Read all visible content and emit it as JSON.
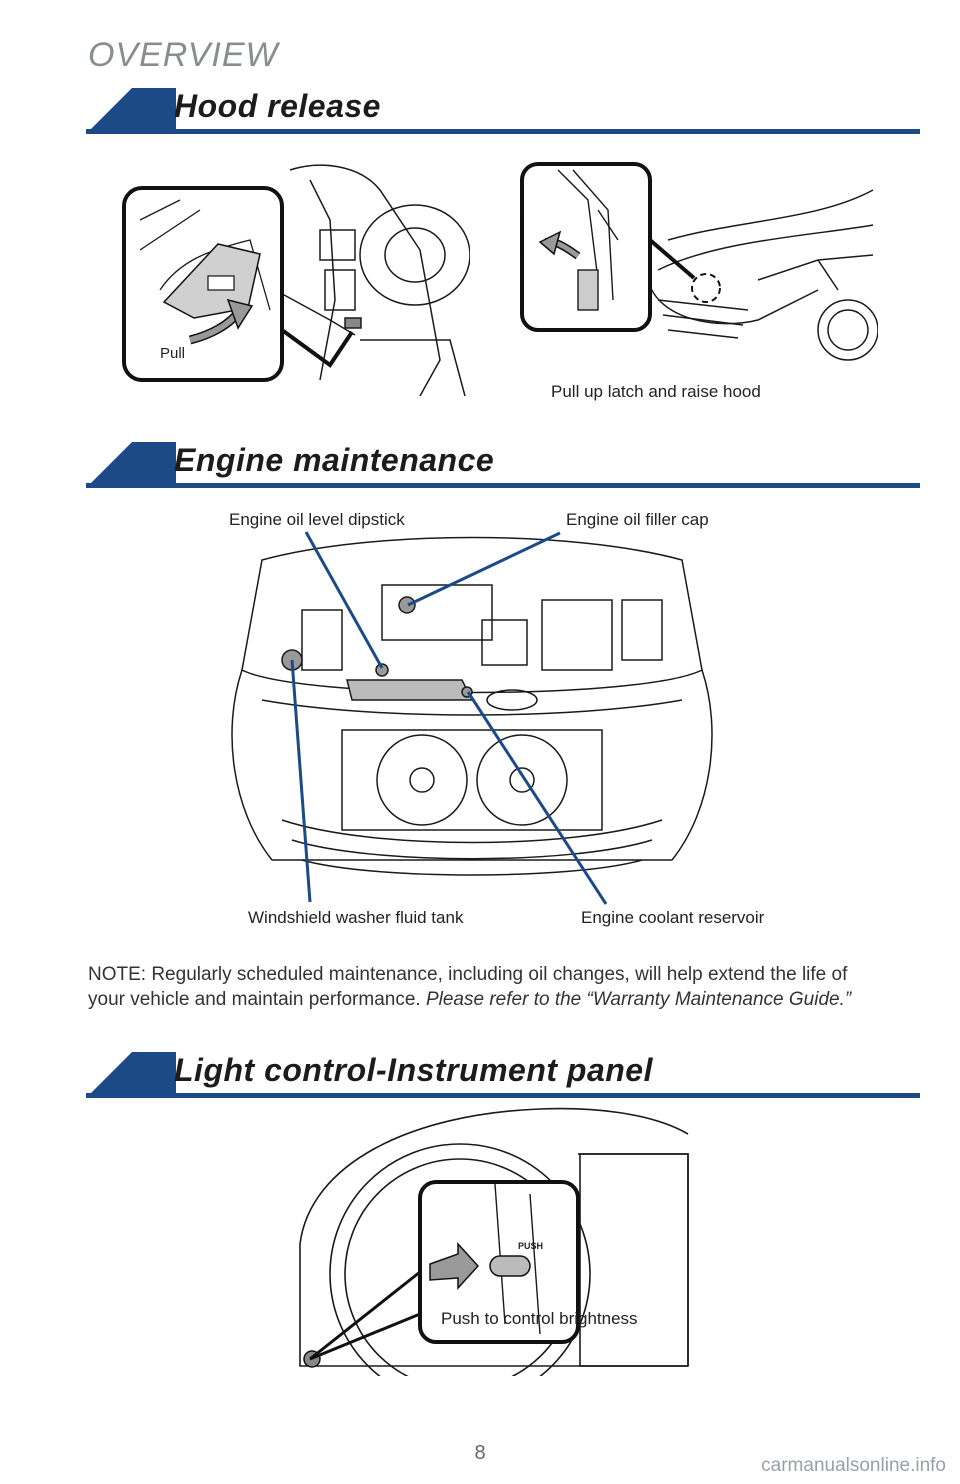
{
  "page": {
    "overview": "OVERVIEW",
    "page_number": "8",
    "watermark": "carmanualsonline.info"
  },
  "colors": {
    "accent": "#1b4a87",
    "line": "#1a1a1a"
  },
  "hood_release": {
    "title": "Hood release",
    "pull_label": "Pull",
    "latch_label": "Pull up latch and raise hood"
  },
  "engine": {
    "title": "Engine maintenance",
    "dipstick": "Engine oil level dipstick",
    "filler_cap": "Engine oil filler cap",
    "washer_tank": "Windshield washer fluid tank",
    "coolant": "Engine coolant reservoir",
    "note_plain": "NOTE: Regularly scheduled maintenance, including oil changes, will help extend the life of your vehicle and maintain performance.",
    "note_italic": "Please refer to the “Warranty Maintenance Guide.”"
  },
  "light_control": {
    "title": "Light control-Instrument panel",
    "brightness_label": "Push to control brightness",
    "push_button_text": "PUSH"
  }
}
